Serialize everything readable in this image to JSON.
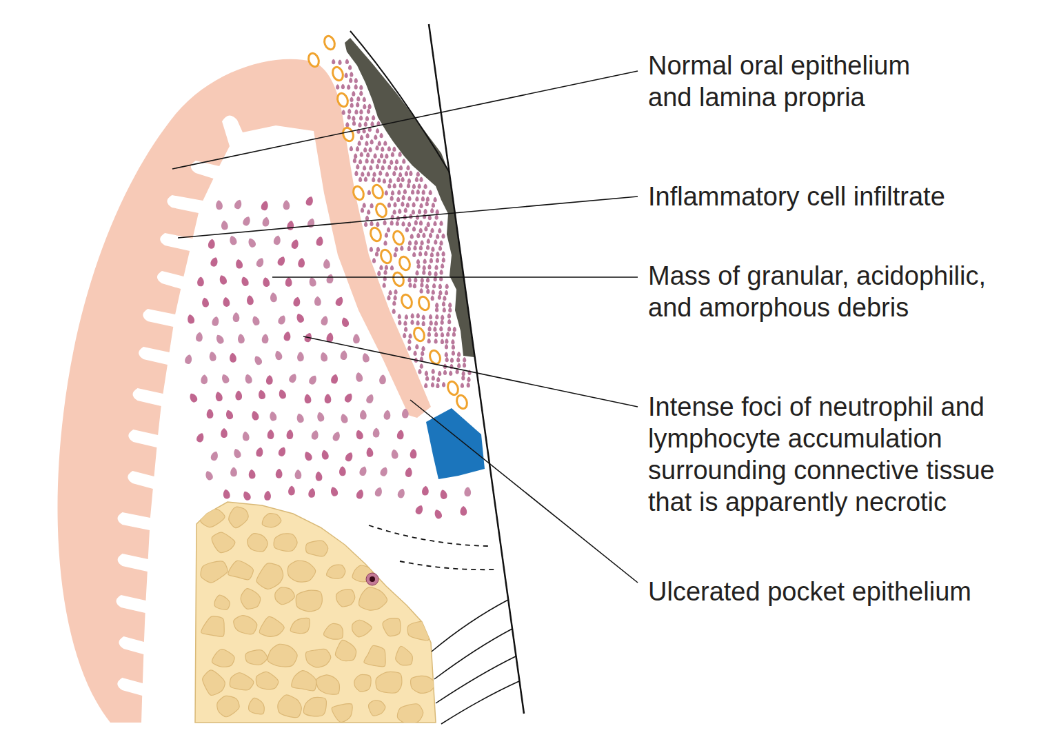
{
  "diagram": {
    "labels": [
      "Normal oral epithelium and lamina propria",
      "Inflammatory cell infiltrate",
      "Mass of granular, acidophilic, and amorphous debris",
      "Intense foci of neutrophil and lymphocyte accumulation surrounding connective tissue that is apparently necrotic",
      "Ulcerated pocket epithelium"
    ]
  }
}
